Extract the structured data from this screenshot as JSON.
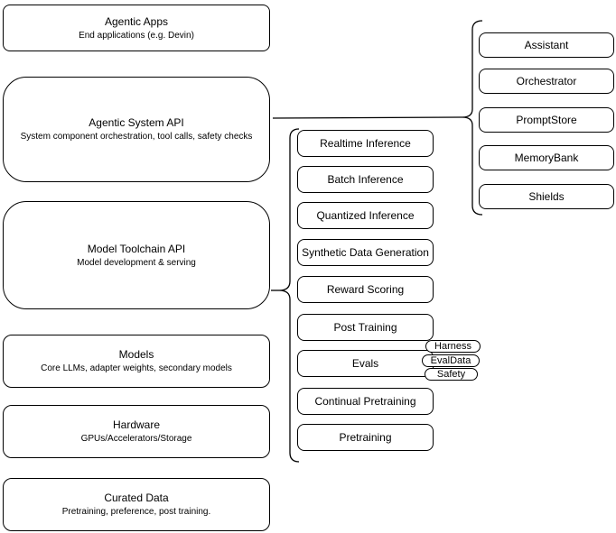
{
  "diagram": {
    "left_stack": [
      {
        "title": "Agentic Apps",
        "subtitle": "End applications (e.g. Devin)"
      },
      {
        "title": "Agentic System API",
        "subtitle": "System component orchestration, tool calls, safety checks"
      },
      {
        "title": "Model Toolchain API",
        "subtitle": "Model development & serving"
      },
      {
        "title": "Models",
        "subtitle": "Core LLMs, adapter weights, secondary models"
      },
      {
        "title": "Hardware",
        "subtitle": "GPUs/Accelerators/Storage"
      },
      {
        "title": "Curated Data",
        "subtitle": "Pretraining, preference, post training."
      }
    ],
    "toolchain_items": [
      "Realtime Inference",
      "Batch Inference",
      "Quantized Inference",
      "Synthetic Data Generation",
      "Reward Scoring",
      "Post Training",
      "Evals",
      "Continual Pretraining",
      "Pretraining"
    ],
    "eval_tags": [
      "Harness",
      "EvalData",
      "Safety"
    ],
    "system_components": [
      "Assistant",
      "Orchestrator",
      "PromptStore",
      "MemoryBank",
      "Shields"
    ],
    "colors": {
      "border": "#000000",
      "fill": "#ffffff",
      "background": "#ffffff",
      "text": "#000000"
    }
  }
}
